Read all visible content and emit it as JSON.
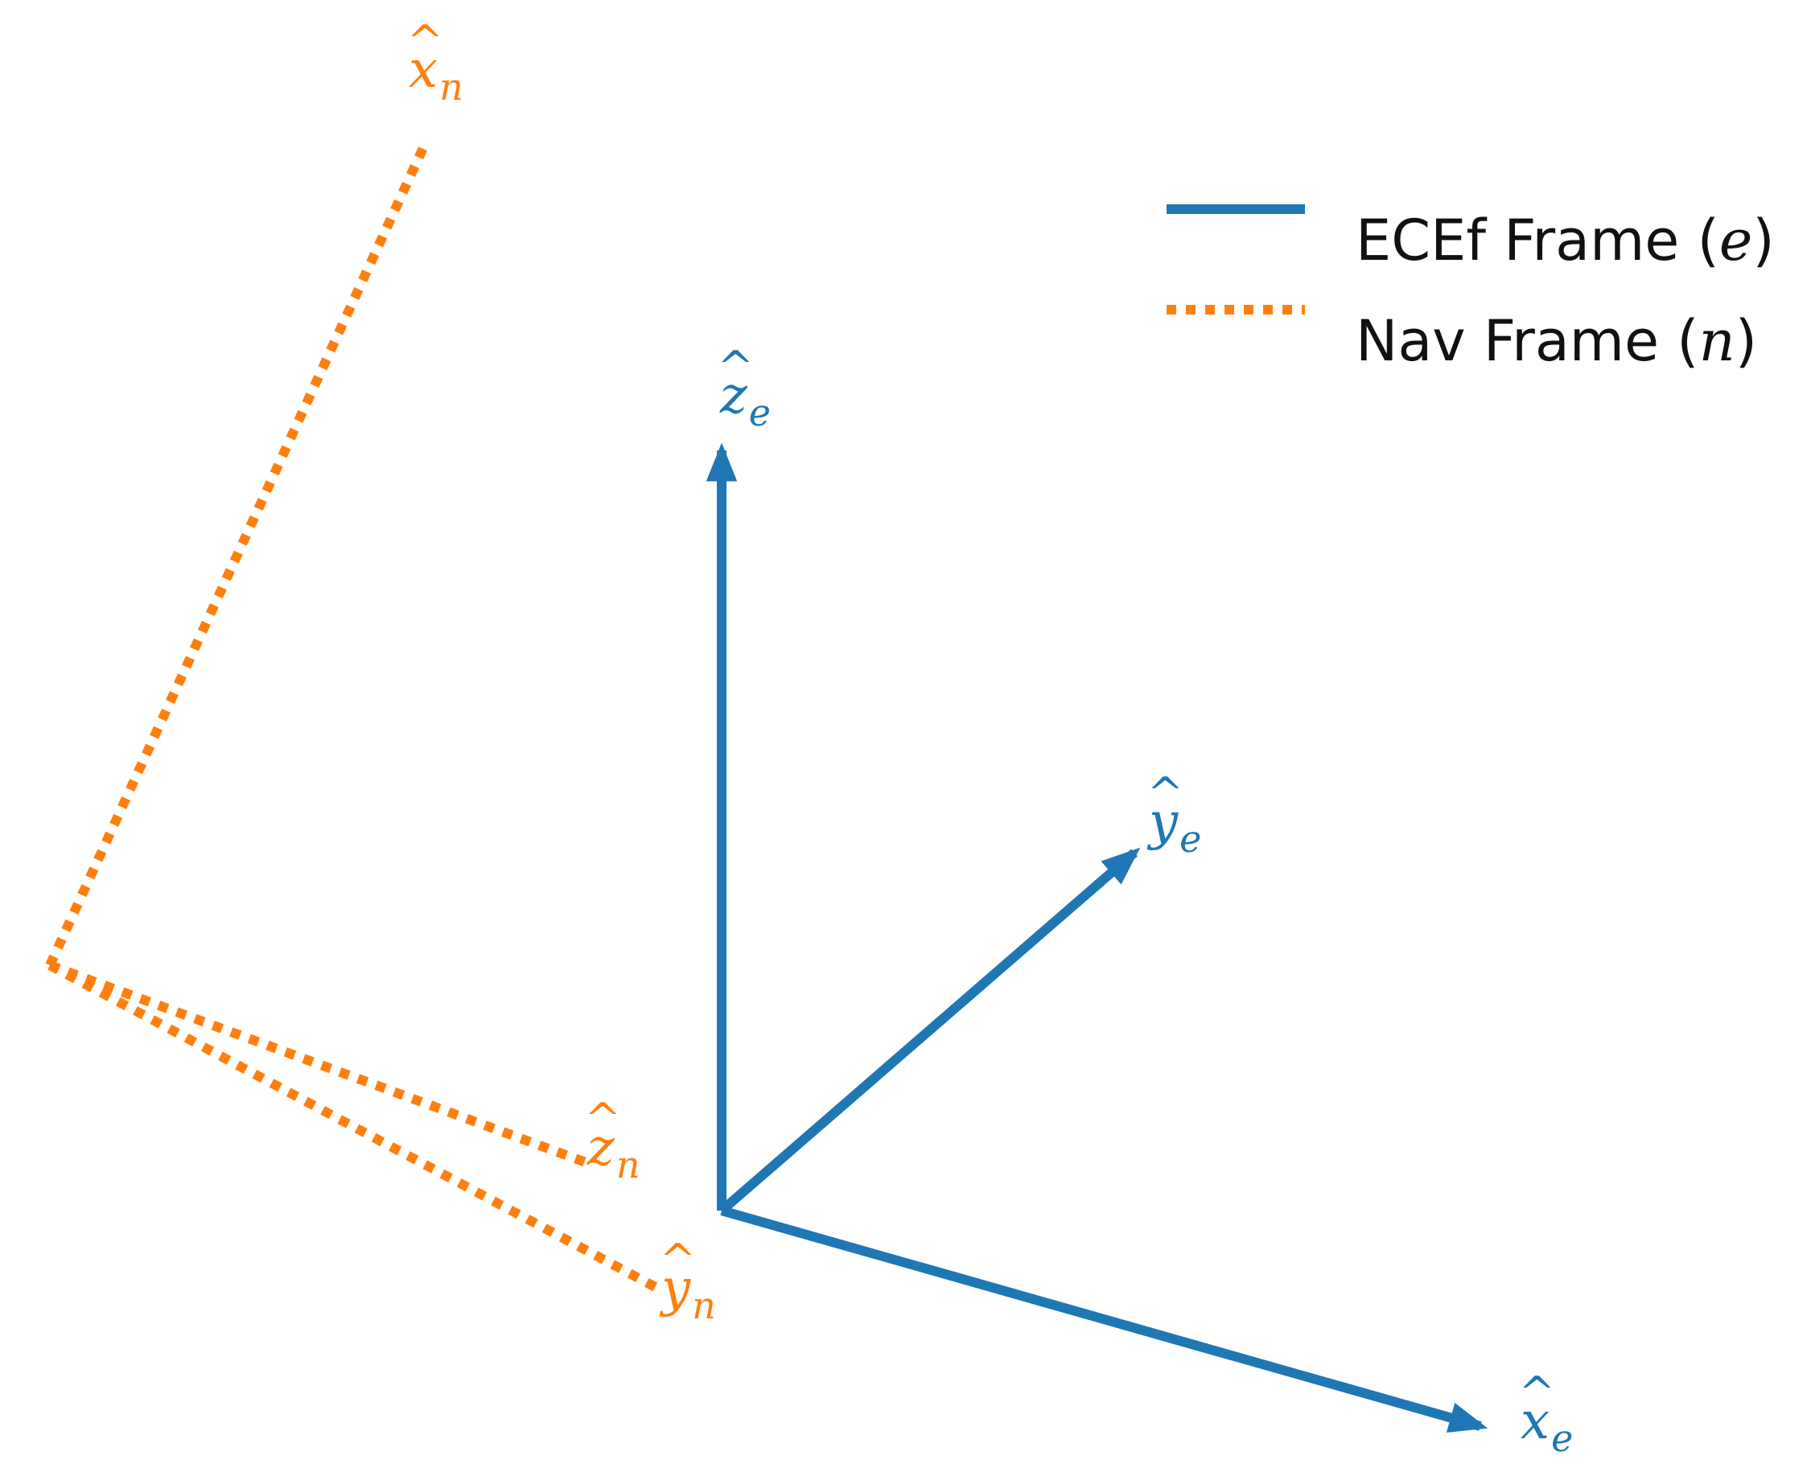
{
  "diagram": {
    "colors": {
      "ecef": "#1f77b4",
      "nav": "#ff7f0e"
    },
    "ecef_axes": [
      {
        "id": "xe",
        "letter": "x",
        "sub": "e"
      },
      {
        "id": "ye",
        "letter": "y",
        "sub": "e"
      },
      {
        "id": "ze",
        "letter": "z",
        "sub": "e"
      }
    ],
    "nav_axes": [
      {
        "id": "xn",
        "letter": "x",
        "sub": "n"
      },
      {
        "id": "yn",
        "letter": "y",
        "sub": "n"
      },
      {
        "id": "zn",
        "letter": "z",
        "sub": "n"
      }
    ],
    "legend": [
      {
        "label": "ECEf Frame (",
        "symbol": "e",
        "close": ")",
        "style": "solid"
      },
      {
        "label": "Nav Frame (",
        "symbol": "n",
        "close": ")",
        "style": "dotted"
      }
    ]
  }
}
